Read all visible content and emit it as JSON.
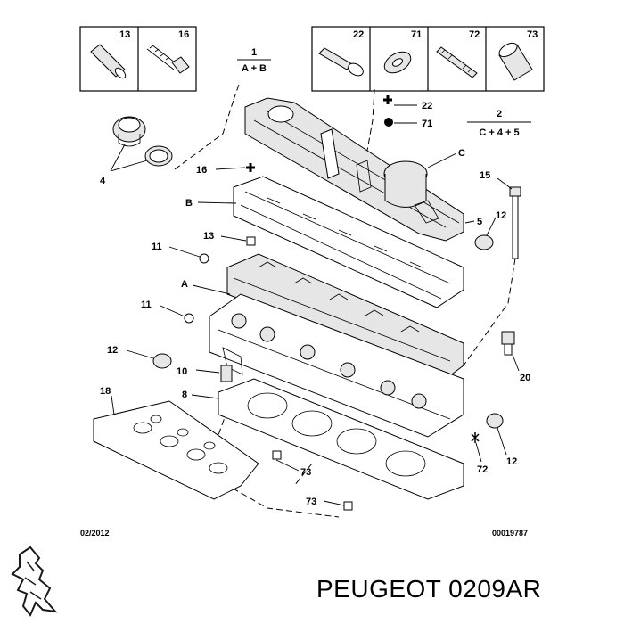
{
  "legend_box_left": {
    "items": [
      "13",
      "16"
    ]
  },
  "legend_box_right": {
    "items": [
      "22",
      "71",
      "72",
      "73"
    ]
  },
  "kits": [
    {
      "number": "1",
      "formula": "A + B"
    },
    {
      "number": "2",
      "formula": "C + 4 + 5"
    }
  ],
  "callouts": {
    "22": "22",
    "71": "71",
    "C": "C",
    "4": "4",
    "16": "16",
    "B": "B",
    "15": "15",
    "5": "5",
    "12a": "12",
    "13": "13",
    "11a": "11",
    "A": "A",
    "11b": "11",
    "12b": "12",
    "20": "20",
    "10": "10",
    "18": "18",
    "8": "8",
    "73a": "73",
    "72": "72",
    "12c": "12",
    "73b": "73"
  },
  "footer": {
    "date": "02/2012",
    "ref": "00019787"
  },
  "brand_text": "PEUGEOT 0209AR",
  "icons": [
    "peugeot-lion-logo",
    "plus-marker-icon",
    "dot-marker-icon",
    "square-marker-icon",
    "circle-marker-icon"
  ]
}
